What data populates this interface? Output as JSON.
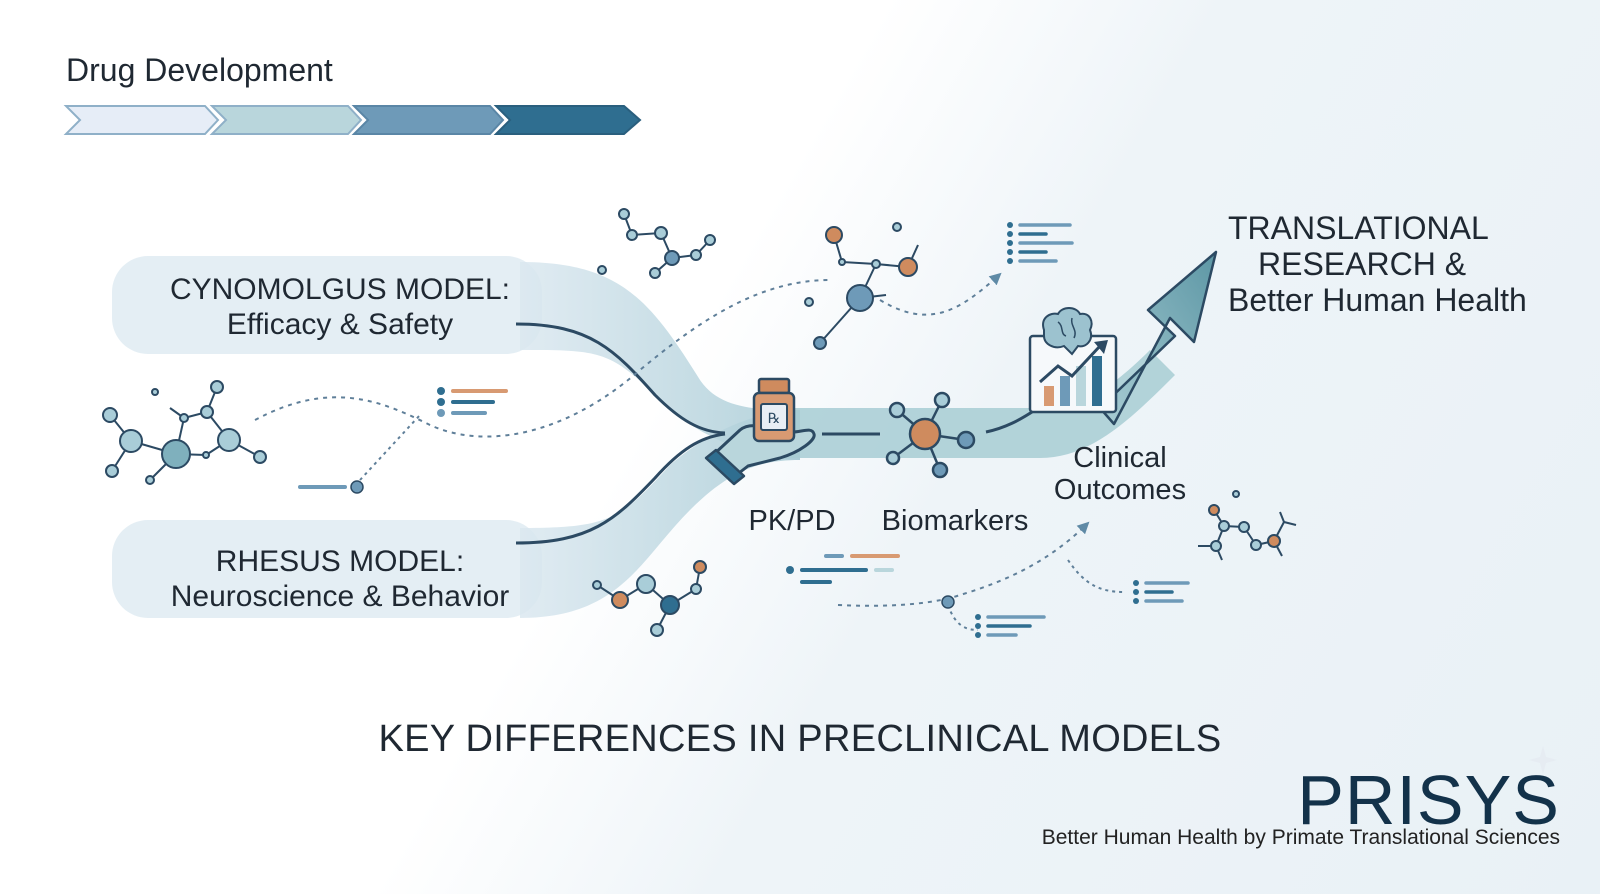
{
  "stage_title": "Drug Development",
  "models": {
    "cynomolgus": {
      "line1": "CYNOMOLGUS MODEL:",
      "line2": "Efficacy & Safety"
    },
    "rhesus": {
      "line1": "RHESUS MODEL:",
      "line2": "Neuroscience & Behavior"
    }
  },
  "steps": {
    "pkpd": "PK/PD",
    "biomarkers": "Biomarkers",
    "clinical_line1": "Clinical",
    "clinical_line2": "Outcomes"
  },
  "goal": {
    "line1": "TRANSLATIONAL",
    "line2": "RESEARCH &",
    "line3": "Better Human Health"
  },
  "main_title": "KEY DIFFERENCES IN PRECLINICAL MODELS",
  "brand": {
    "name": "PRISYS",
    "tagline": "Better Human Health by Primate Translational Sciences"
  },
  "icons": [
    "prescription-bottle-icon",
    "hand-icon",
    "molecule-icon",
    "brain-icon",
    "growth-chart-icon",
    "arrow-icon"
  ],
  "colors": {
    "deep": "#2f6e90",
    "mid": "#6e9ab8",
    "light": "#b9d6dc",
    "pale": "#e5edf6",
    "accent": "#cf8b5e",
    "ink": "#2c4a63"
  }
}
